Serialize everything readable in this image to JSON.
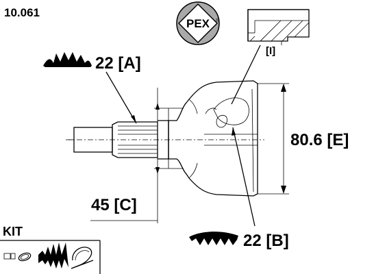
{
  "part_number": "10.061",
  "brand": {
    "logo_text": "PEX",
    "registered_mark": "®"
  },
  "detail_label": "[I]",
  "dimensions": {
    "a": "22 [A]",
    "b": "22 [B]",
    "c": "45 [C]",
    "e": "80.6 [E]"
  },
  "kit": {
    "label": "KIT"
  }
}
